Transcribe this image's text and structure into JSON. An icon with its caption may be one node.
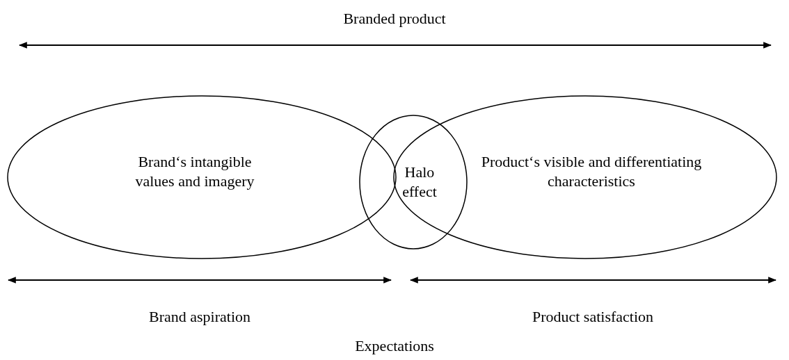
{
  "diagram": {
    "nodes": [
      {
        "text": [
          "Brand‘s intangible values and imagery"
        ]
      },
      {
        "text": [
          "Halo effect"
        ]
      },
      {
        "text": [
          "Product‘s visible and differentiating characteristics"
        ]
      }
    ],
    "labels": [
      "Branded product",
      "Brand aspiration",
      "Product satisfaction",
      "Expectations"
    ]
  }
}
